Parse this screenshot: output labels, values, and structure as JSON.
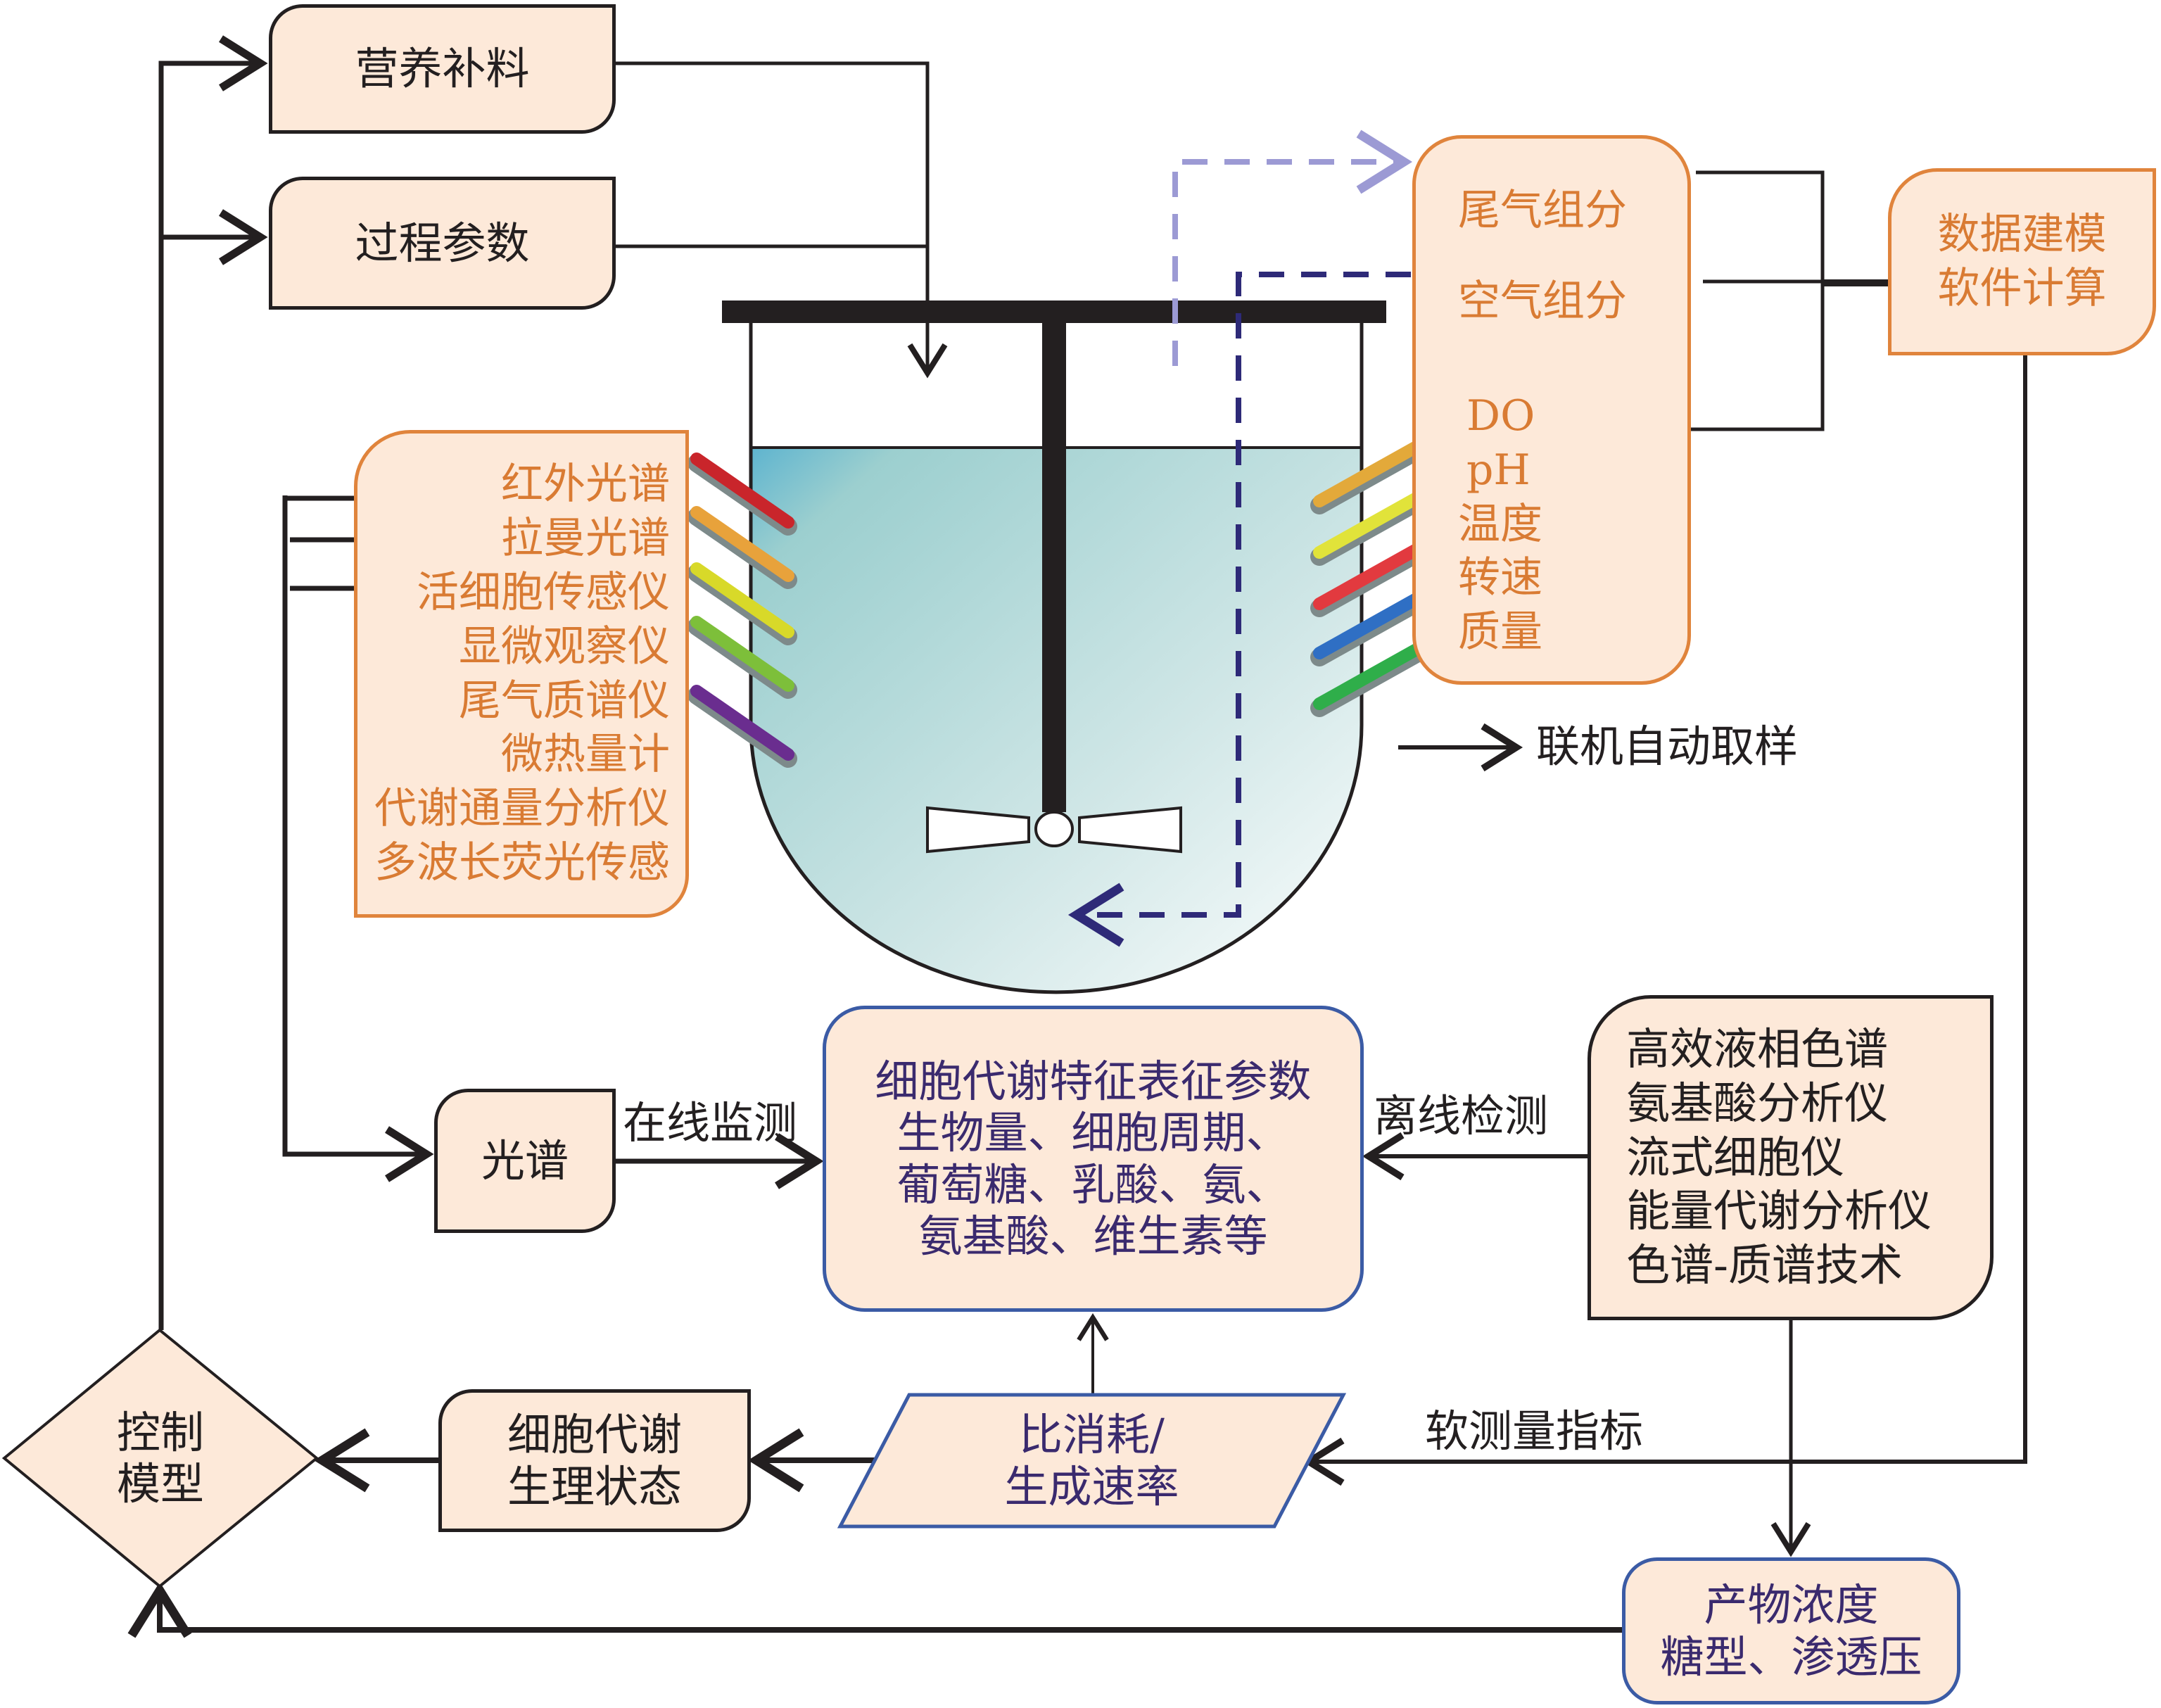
{
  "inputs": {
    "nutrient_feed": "营养补料",
    "process_params": "过程参数"
  },
  "reactor": {
    "liquid_color_top": "#8fc9cc",
    "liquid_color_bottom": "#f3f8f8"
  },
  "inline_sensors": {
    "items": [
      "红外光谱",
      "拉曼光谱",
      "活细胞传感仪",
      "显微观察仪",
      "尾气质谱仪",
      "微热量计",
      "代谢通量分析仪",
      "多波长荧光传感"
    ],
    "probe_colors": [
      "#c9252b",
      "#e8a23b",
      "#d8d929",
      "#7dbf3a",
      "#6a2d8f"
    ]
  },
  "process_sensors": {
    "gas_items": [
      "尾气组分",
      "空气组分"
    ],
    "items": [
      "DO",
      "pH",
      "温度",
      "转速",
      "质量"
    ],
    "probe_colors": [
      "#e3a93a",
      "#e1e33a",
      "#e23a3f",
      "#2f6fc4",
      "#2fae4a"
    ]
  },
  "modeling": {
    "lines": [
      "数据建模",
      "软件计算"
    ]
  },
  "sampling": {
    "label": "联机自动取样"
  },
  "spectrum": {
    "label": "光谱",
    "edge_label": "在线监测"
  },
  "cell_params": {
    "lines": [
      "细胞代谢特征表征参数",
      "生物量、细胞周期、",
      "葡萄糖、乳酸、氨、",
      "氨基酸、维生素等"
    ]
  },
  "offline": {
    "edge_label": "离线检测",
    "items": [
      "高效液相色谱",
      "氨基酸分析仪",
      "流式细胞仪",
      "能量代谢分析仪",
      "色谱-质谱技术"
    ]
  },
  "rate": {
    "lines": [
      "比消耗/",
      "生成速率"
    ],
    "edge_label": "软测量指标"
  },
  "physio": {
    "lines": [
      "细胞代谢",
      "生理状态"
    ]
  },
  "control": {
    "lines": [
      "控制",
      "模型"
    ]
  },
  "product": {
    "lines": [
      "产物浓度",
      "糖型、渗透压"
    ]
  }
}
